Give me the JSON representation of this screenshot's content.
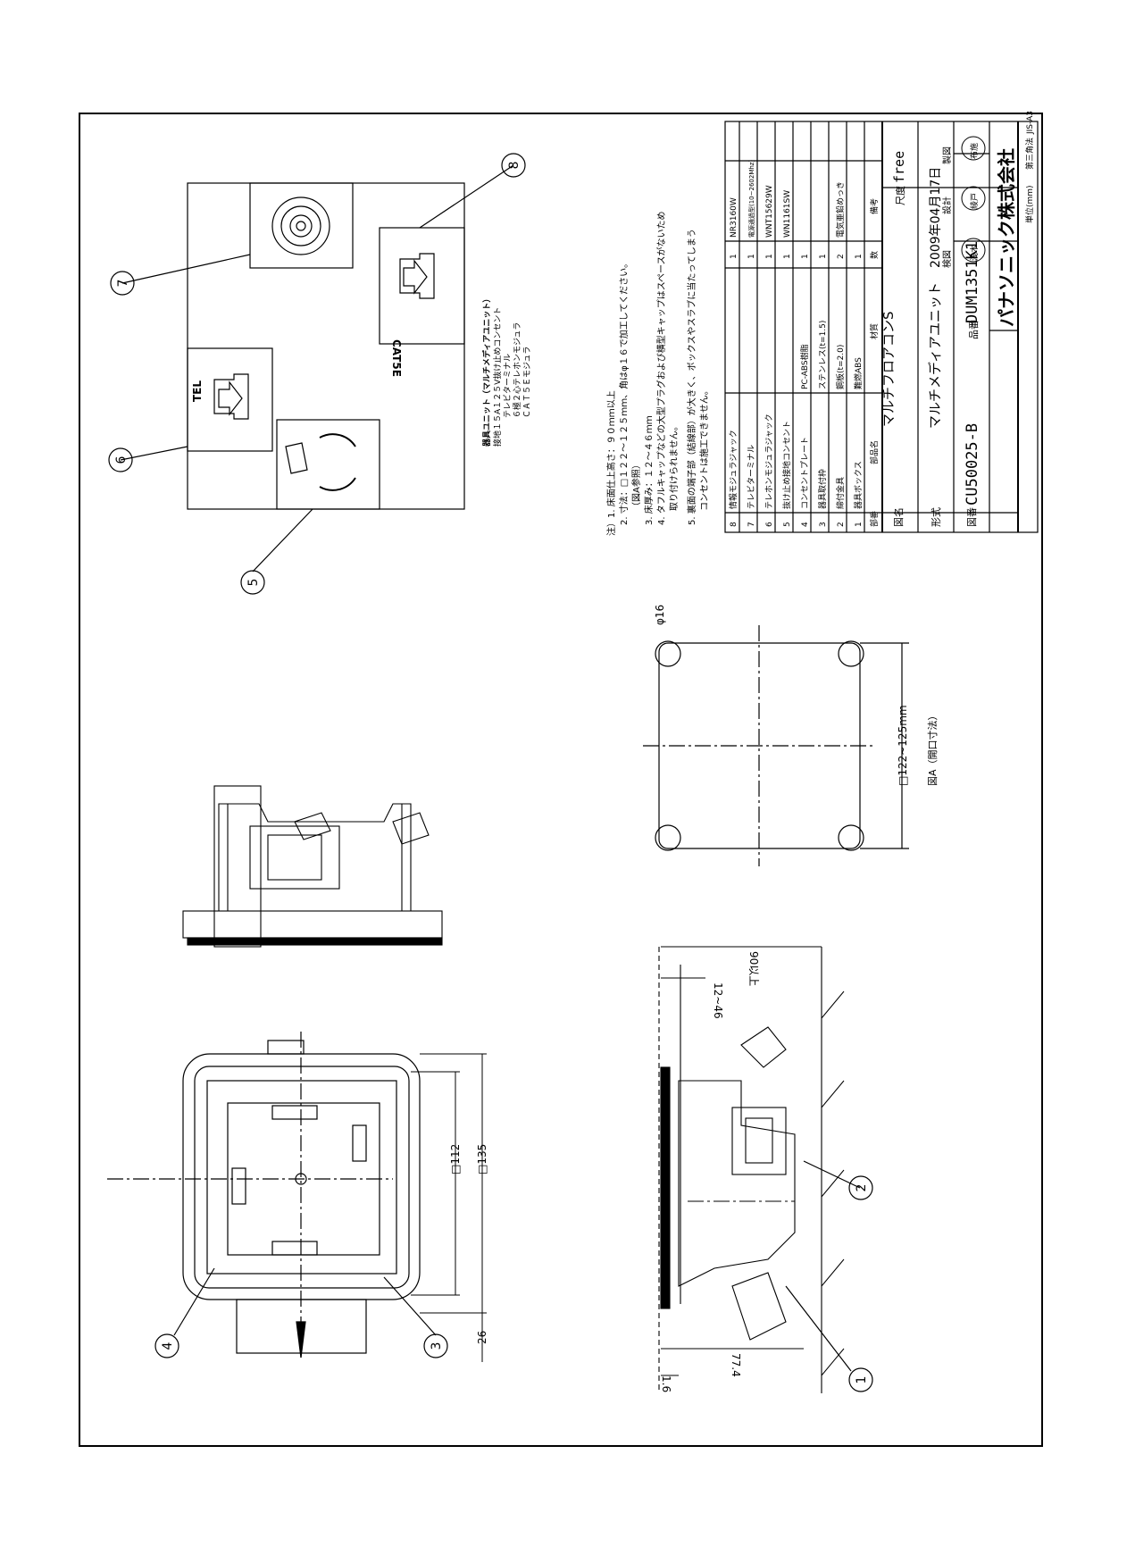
{
  "title_block": {
    "product_name_label": "図名",
    "product_name": "マルチフロアコンS",
    "model_label": "形式",
    "model_name": "マルチメディアユニット",
    "drawing_no_label": "図番",
    "drawing_no": "CU50025-B",
    "part_no_label": "品番",
    "part_no": "DUM1351K1",
    "scale_label": "尺度",
    "scale": "free",
    "date": "2009年04月17日",
    "check_label": "検図",
    "design_label": "設計",
    "draft_label": "製図",
    "stamp_check": "浅木",
    "stamp_design": "綾戸",
    "stamp_draft": "布施",
    "company": "パナソニック株式会社",
    "unit_note": "単位(mm)",
    "projection": "第三角法",
    "paper": "JIS-A3"
  },
  "parts_table": {
    "headers": [
      "部番",
      "部品名",
      "材質",
      "数",
      "備考"
    ],
    "rows": [
      {
        "no": "8",
        "name": "情報モジュラジャック",
        "material": "",
        "qty": "1",
        "note": "NR3160W"
      },
      {
        "no": "7",
        "name": "テレビターミナル",
        "material": "",
        "qty": "1",
        "note": "電源通過型(10~2602Mhz)"
      },
      {
        "no": "6",
        "name": "テレホンモジュラジャック",
        "material": "",
        "qty": "1",
        "note": "WNT15629W"
      },
      {
        "no": "5",
        "name": "抜け止め接地コンセント",
        "material": "",
        "qty": "1",
        "note": "WN1161SW"
      },
      {
        "no": "4",
        "name": "コンセントプレート",
        "material": "PC-ABS樹脂",
        "qty": "1",
        "note": ""
      },
      {
        "no": "3",
        "name": "器具取付枠",
        "material": "ステンレス(t=1.5)",
        "qty": "1",
        "note": ""
      },
      {
        "no": "2",
        "name": "締付金具",
        "material": "鋼板(t=2.0)",
        "qty": "2",
        "note": "電気亜鉛めっき"
      },
      {
        "no": "1",
        "name": "器具ボックス",
        "material": "難燃ABS",
        "qty": "1",
        "note": ""
      }
    ]
  },
  "notes": [
    "注）1. 床面仕上高さ：９０ｍｍ以上",
    "2. 寸法：□１２２～１２５ｍｍ、角はφ１６で加工してください。",
    "（図A参照）",
    "3. 床厚み：１２～４６ｍｍ",
    "4. タフルキャップなどの大型プラグおよび横型キャップはスペースがないため",
    "取り付けられません。",
    "5. 裏面の端子部（結線部）が大きく、ボックスやスラブに当たってしまう",
    "コンセントは施工できません。"
  ],
  "unit_description": [
    "器具ユニット（マルチメディアユニット）",
    "接地１５A１２５V抜け止めコンセント",
    "テレビターミナル",
    "６極２心テレホンモジュラ",
    "ＣＡＴ５Ｅモジュラ"
  ],
  "front_panel": {
    "tel_label": "TEL",
    "cat_label": "CAT5E"
  },
  "callouts": [
    "1",
    "2",
    "3",
    "4",
    "5",
    "6",
    "7",
    "8"
  ],
  "dimensions": {
    "d112": "□112",
    "d135": "□135",
    "d26": "26",
    "d90": "90以上",
    "d12_46": "12~46",
    "d77_4": "77.4",
    "d1_6": "1.6",
    "d122_125": "□122~125mm",
    "phi16": "φ16",
    "fig_a": "図A（開口寸法）"
  }
}
